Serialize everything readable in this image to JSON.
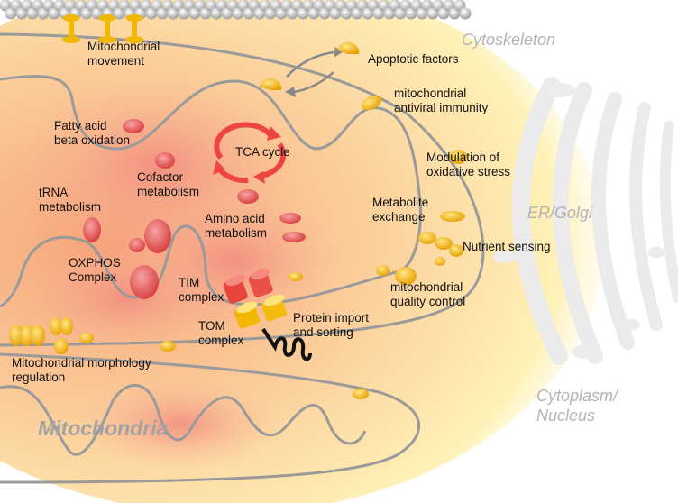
{
  "regions": {
    "cytoskeleton": "Cytoskeleton",
    "er_golgi": "ER/Golgi",
    "cytoplasm_nucleus": "Cytoplasm/\nNucleus",
    "mitochondria": "Mitochondria"
  },
  "labels": {
    "mito_movement": "Mitochondrial\nmovement",
    "apoptotic": "Apoptotic factors",
    "antiviral": "mitochondrial\nantiviral immunity",
    "fatty_acid": "Fatty acid\nbeta oxidation",
    "tca": "TCA cycle",
    "cofactor": "Cofactor\nmetabolism",
    "oxidative": "Modulation of\noxidative stress",
    "trna": "tRNA\nmetabolism",
    "amino_acid": "Amino acid\nmetabolism",
    "metabolite": "Metabolite\nexchange",
    "nutrient": "Nutrient sensing",
    "oxphos": "OXPHOS\nComplex",
    "tim": "TIM\ncomplex",
    "quality": "mitochondrial\nquality control",
    "tom": "TOM\ncomplex",
    "protein_import": "Protein import\nand sorting",
    "morphology": "Mitochondrial morphology\nregulation"
  },
  "colors": {
    "matrix_red": "#ee7d70",
    "membrane_gray": "#9a9a9a",
    "gold": "#f2b800",
    "region_text": "#b3b3b3"
  }
}
